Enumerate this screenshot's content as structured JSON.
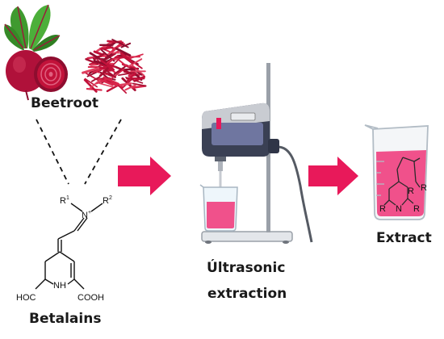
{
  "labels": {
    "beetroot": "Beetroot",
    "betalains": "Betalains",
    "ultrasonic_line1": "Últrasonic",
    "ultrasonic_line2": "extraction",
    "extract": "Extract"
  },
  "molecule": {
    "r1": "R",
    "r1_sup": "1",
    "r2": "R",
    "r2_sup": "2",
    "n_plus": "N",
    "n_plus_sup": "+",
    "nh": "NH",
    "hoc": "HOC",
    "cooh": "COOH"
  },
  "beaker_molecule": {
    "r_left": "R",
    "r_mid": "R",
    "r_top": "R",
    "r_right": "R",
    "n": "N"
  },
  "colors": {
    "beet_red": "#c2123a",
    "magenta_liquid": "#f0518b",
    "arrow_pink": "#e8195a",
    "leaf_green": "#3f9a2f",
    "device_dark": "#2f3547",
    "stand_gray": "#8a8f99"
  }
}
